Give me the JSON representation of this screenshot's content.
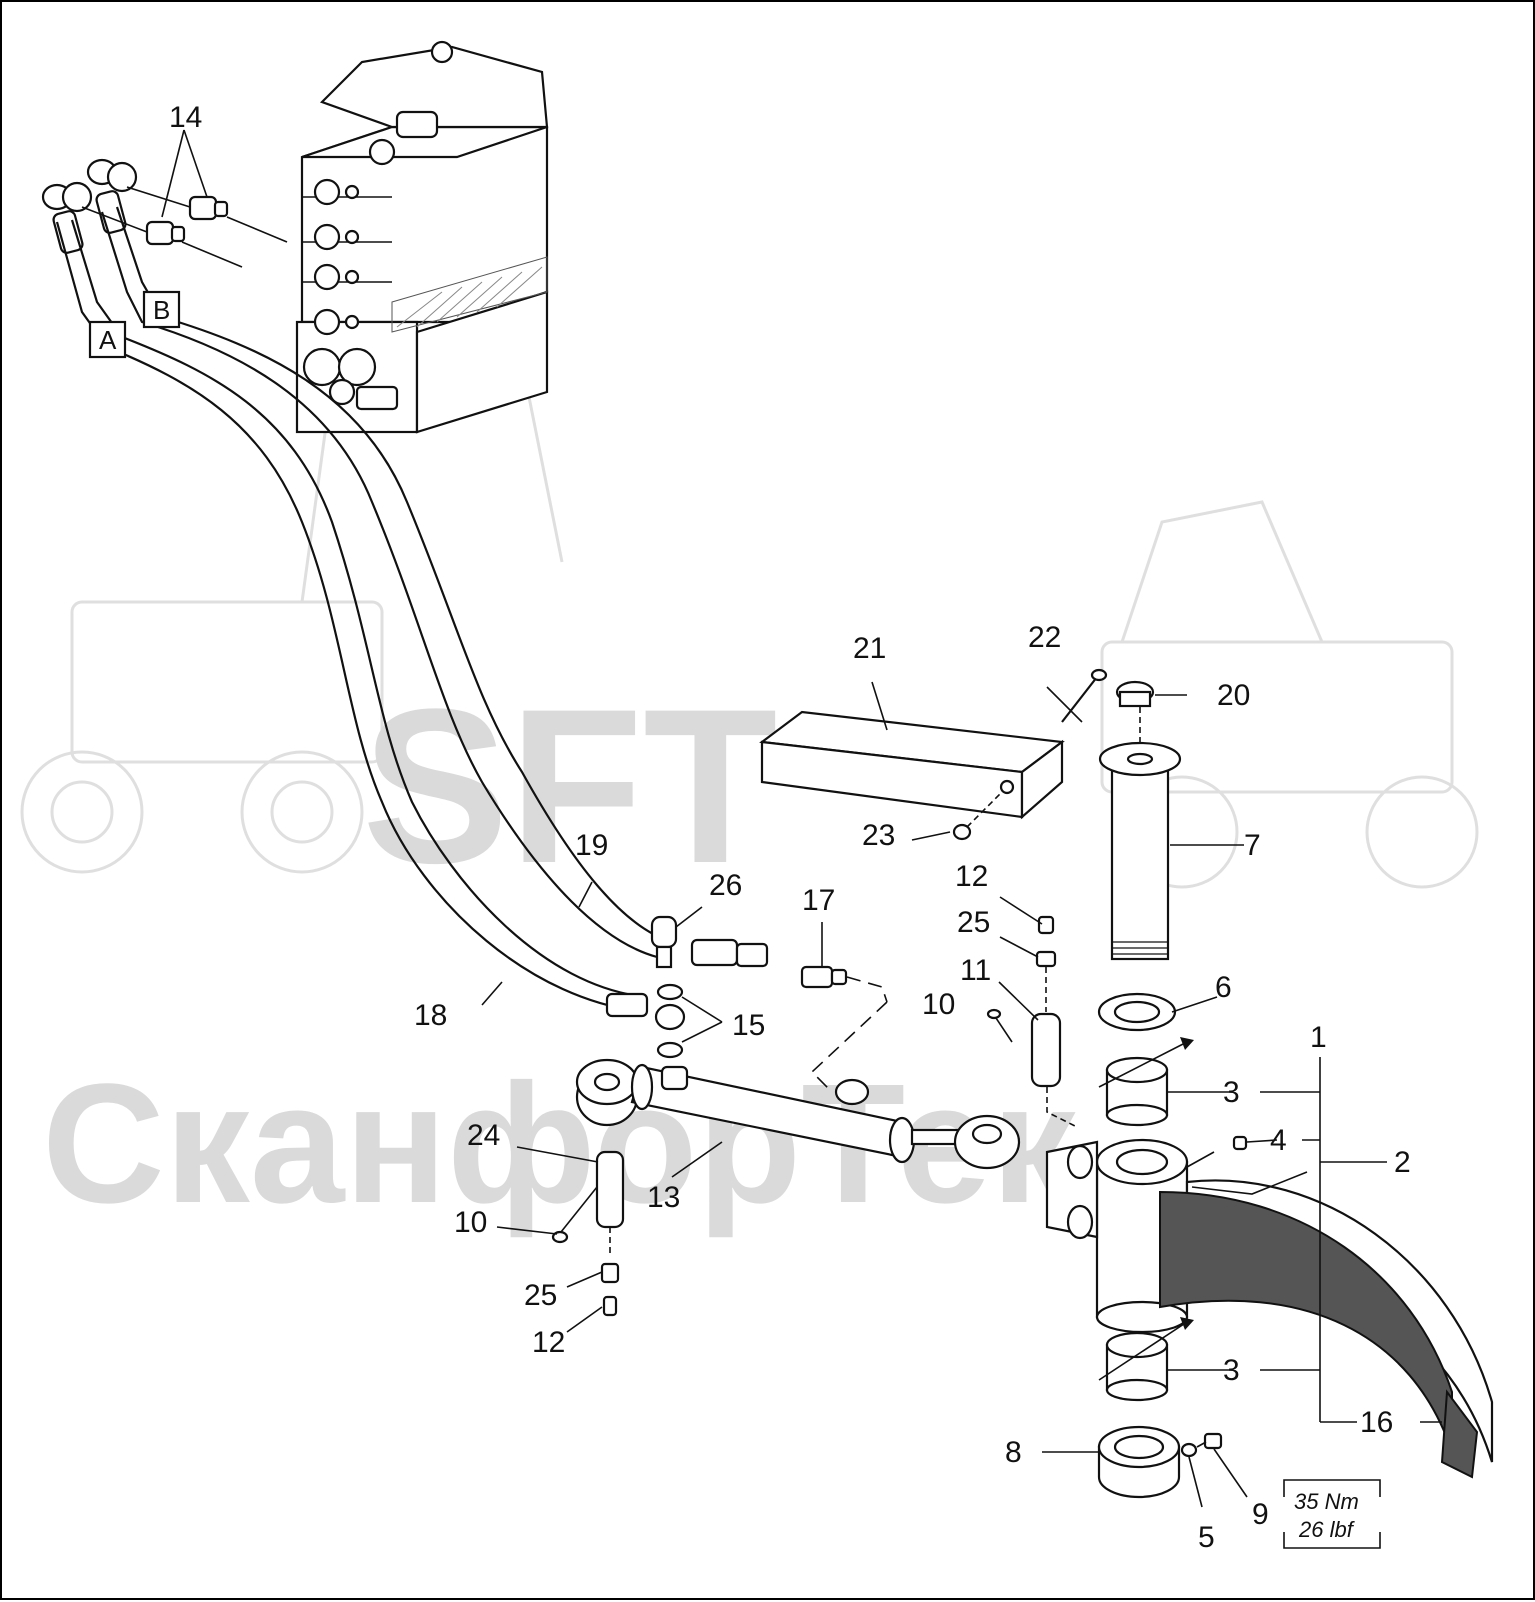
{
  "watermark": {
    "logo_text": "SFT",
    "company_text": "СканфорТек",
    "color": "#d6d6d6"
  },
  "connector_labels": {
    "a": "A",
    "b": "B"
  },
  "callouts": {
    "c1": "1",
    "c2": "2",
    "c3a": "3",
    "c3b": "3",
    "c4": "4",
    "c5": "5",
    "c6": "6",
    "c7": "7",
    "c8": "8",
    "c9": "9",
    "c10a": "10",
    "c10b": "10",
    "c11": "11",
    "c12a": "12",
    "c12b": "12",
    "c13": "13",
    "c14": "14",
    "c15": "15",
    "c16": "16",
    "c17": "17",
    "c18": "18",
    "c19": "19",
    "c20": "20",
    "c21": "21",
    "c22": "22",
    "c23": "23",
    "c24": "24",
    "c25a": "25",
    "c25b": "25",
    "c26": "26"
  },
  "torque_spec": {
    "metric": "35 Nm",
    "imperial": "26 lbf"
  },
  "colors": {
    "line": "#111111",
    "shading": "#555555",
    "background": "#ffffff"
  }
}
